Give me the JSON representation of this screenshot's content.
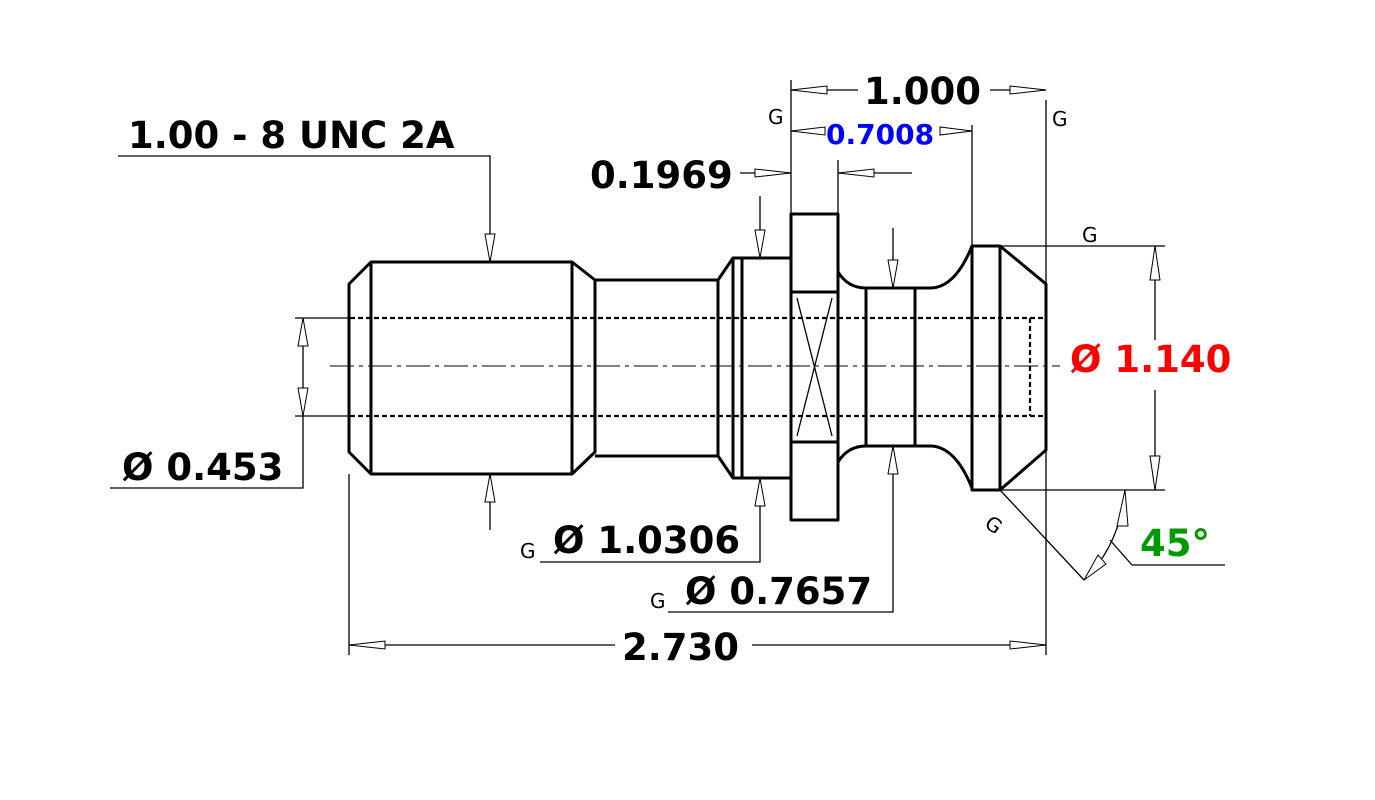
{
  "drawing": {
    "dimensions": {
      "thread_callout": "1.00 - 8 UNC 2A",
      "bore_diameter": "Ø 0.453",
      "thread_major_diameter": "Ø 1.0306",
      "neck_diameter": "Ø 0.7657",
      "overall_length": "2.730",
      "collar_length": "1.000",
      "collar_to_flange": "0.7008",
      "flange_thickness": "0.1969",
      "head_diameter": "Ø 1.140",
      "chamfer_angle": "45°"
    },
    "datum_symbol": "G",
    "colors": {
      "line": "#000000",
      "head_diameter": "#ff0000",
      "collar_to_flange": "#0000ff",
      "chamfer_angle": "#009900"
    }
  }
}
